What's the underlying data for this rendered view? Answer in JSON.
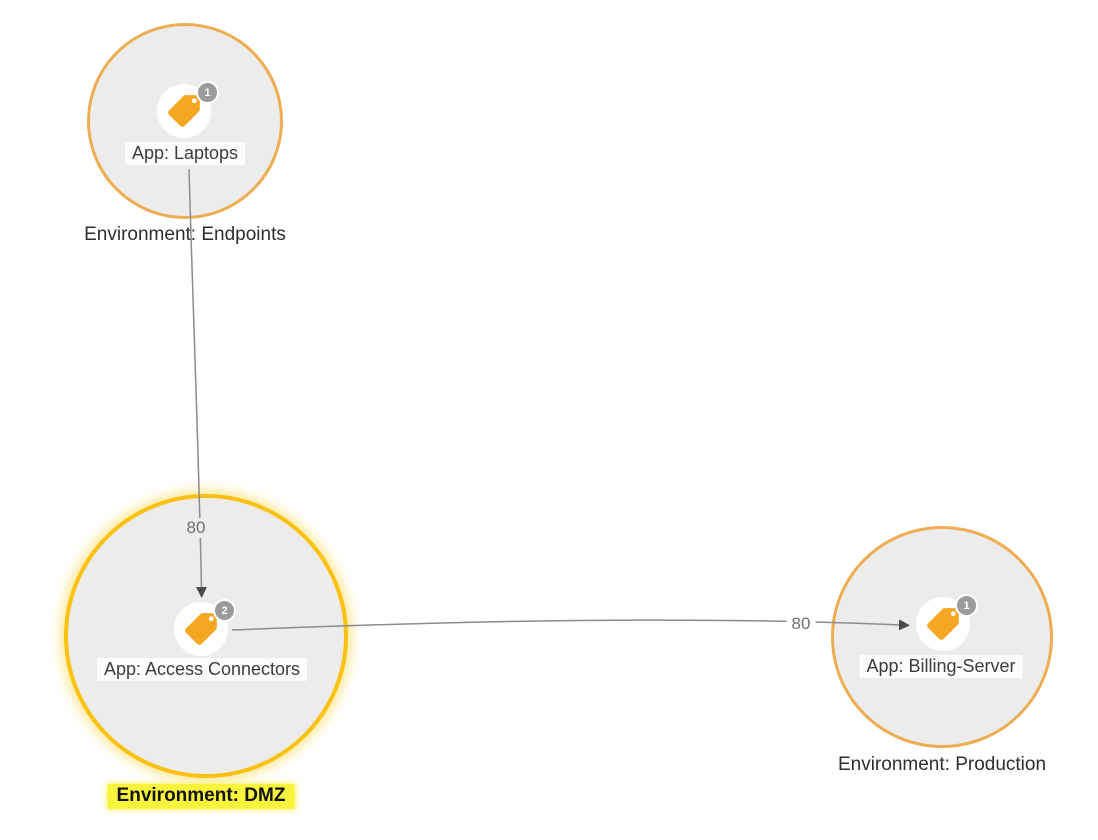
{
  "view": "application-dependency-map",
  "colors": {
    "node_fill": "#ECECEC",
    "node_border": "#EFAD52",
    "focused_node_border": "#FBC112",
    "tag": "#F5A623",
    "badge": "#9B9B9B",
    "edge": "#8C8C8C",
    "arrow": "#4A4A4A",
    "highlight": "#F8F33D",
    "port_text": "#6F6F6F"
  },
  "nodes": [
    {
      "id": "laptops",
      "app_label": "App: Laptops",
      "env_label": "Environment: Endpoints",
      "badge": "1",
      "focused": false
    },
    {
      "id": "access-connectors",
      "app_label": "App: Access Connectors",
      "env_label": "Environment: DMZ",
      "badge": "2",
      "focused": true
    },
    {
      "id": "billing-server",
      "app_label": "App: Billing-Server",
      "env_label": "Environment: Production",
      "badge": "1",
      "focused": false
    }
  ],
  "edges": [
    {
      "from": "App: Laptops",
      "to": "App: Access Connectors",
      "port": "80"
    },
    {
      "from": "App: Access Connectors",
      "to": "App: Billing-Server",
      "port": "80"
    }
  ]
}
